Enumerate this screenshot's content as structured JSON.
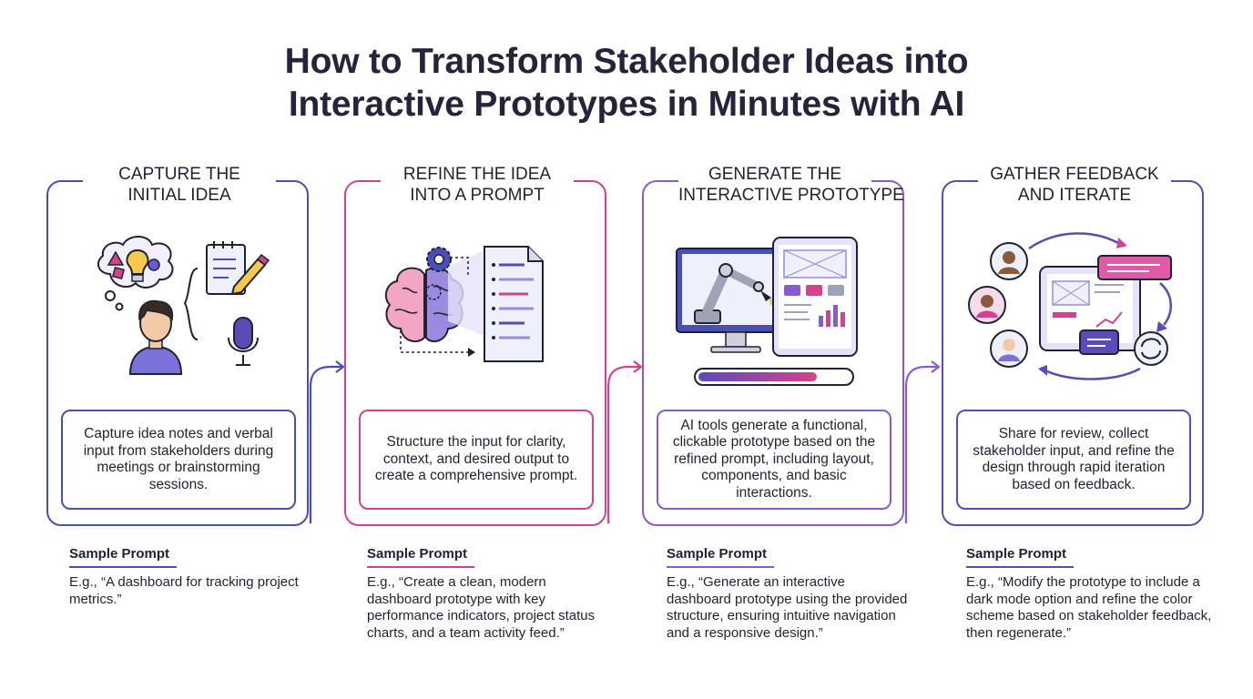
{
  "title": {
    "line1": "How to Transform Stakeholder Ideas into",
    "line2": "Interactive Prototypes in Minutes with AI"
  },
  "colors": {
    "step1": "#4a4fb8",
    "step2": "#d6418f",
    "step3": "#8a5ad6",
    "step4": "#5a4cb8"
  },
  "steps": [
    {
      "title_line1": "CAPTURE THE",
      "title_line2": "INITIAL IDEA",
      "icons": [
        "thought-bubble-icon",
        "lightbulb-icon",
        "person-icon",
        "notepad-pencil-icon",
        "microphone-icon"
      ],
      "description": "Capture idea notes and verbal input from stakeholders during meetings or brainstorming sessions.",
      "sample_label": "Sample Prompt",
      "sample_text": "E.g., “A dashboard for tracking project metrics.”"
    },
    {
      "title_line1": "REFINE THE IDEA",
      "title_line2": "INTO A PROMPT",
      "icons": [
        "brain-icon",
        "gear-icon",
        "document-icon"
      ],
      "description": "Structure the input for clarity, context, and desired output to create a comprehensive prompt.",
      "sample_label": "Sample Prompt",
      "sample_text": "E.g., “Create a clean, modern dashboard prototype with key performance indicators, project status charts, and a team activity feed.”"
    },
    {
      "title_line1": "GENERATE THE",
      "title_line2": "INTERACTIVE PROTOTYPE",
      "icons": [
        "monitor-icon",
        "robot-arm-icon",
        "tablet-icon",
        "progress-bar-icon"
      ],
      "description": "AI tools generate a functional, clickable prototype based on the refined prompt, including layout, components, and basic interactions.",
      "sample_label": "Sample Prompt",
      "sample_text": "E.g., “Generate an interactive dashboard prototype using the provided structure, ensuring intuitive navigation and a responsive design.”"
    },
    {
      "title_line1": "GATHER FEEDBACK",
      "title_line2": "AND ITERATE",
      "icons": [
        "stakeholder-avatars-icon",
        "tablet-icon",
        "chat-bubble-icon",
        "refresh-icon"
      ],
      "description": "Share for review, collect stakeholder input, and refine the design through rapid iteration based on feedback.",
      "sample_label": "Sample Prompt",
      "sample_text": "E.g., “Modify the prototype to include a dark mode option and refine the color scheme based on stakeholder feedback, then regenerate.”"
    }
  ]
}
